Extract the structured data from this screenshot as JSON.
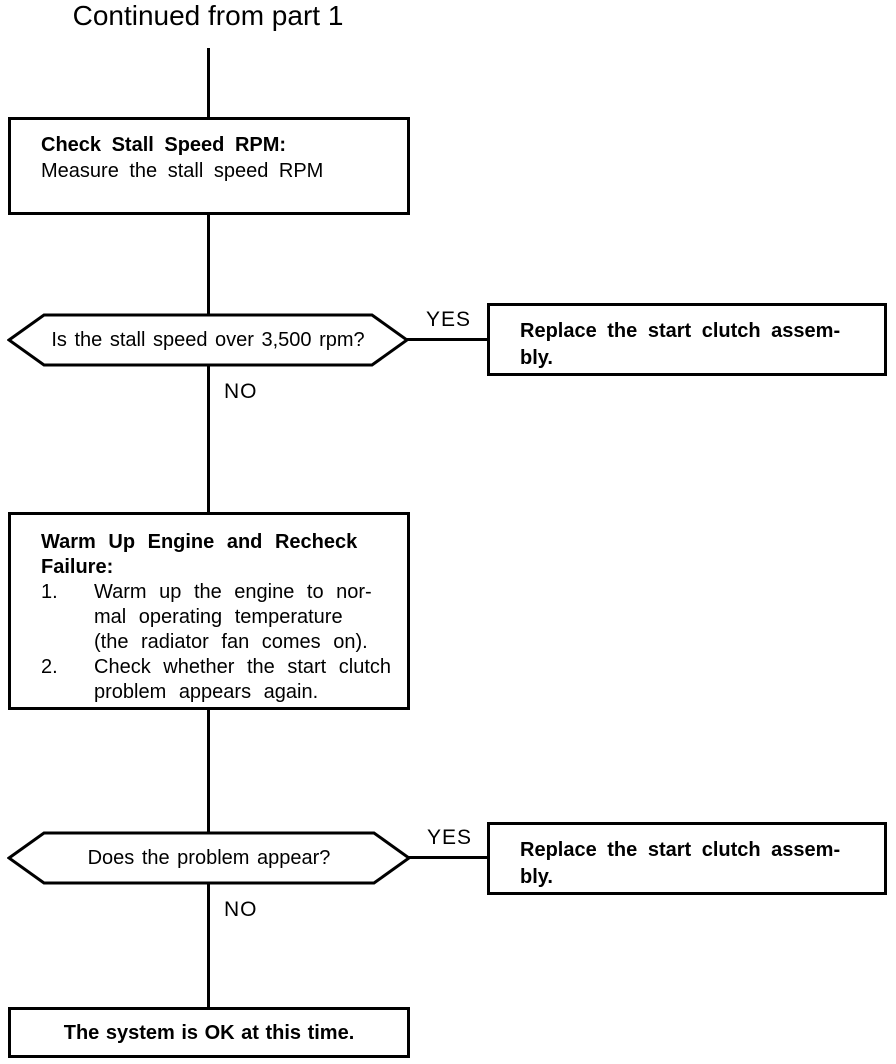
{
  "colors": {
    "ink": "#000000",
    "paper": "#ffffff"
  },
  "title": "Continued from part 1",
  "box1": {
    "heading": "Check Stall Speed RPM:",
    "body": "Measure the stall speed RPM"
  },
  "decision1": {
    "question": "Is the stall speed over 3,500 rpm?",
    "yes_label": "YES",
    "no_label": "NO"
  },
  "action1": {
    "lines": [
      "Replace the start clutch assem-",
      "bly."
    ]
  },
  "box2": {
    "heading_lines": [
      "Warm Up Engine and Recheck",
      "Failure:"
    ],
    "items": [
      {
        "num": "1.",
        "lines": [
          "Warm up the engine to nor-",
          "mal operating temperature",
          "(the radiator fan comes on)."
        ]
      },
      {
        "num": "2.",
        "lines": [
          "Check whether the start clutch",
          "problem appears again."
        ]
      }
    ]
  },
  "decision2": {
    "question": "Does the problem appear?",
    "yes_label": "YES",
    "no_label": "NO"
  },
  "action2": {
    "lines": [
      "Replace the start clutch assem-",
      "bly."
    ]
  },
  "end_box": {
    "text": "The system is OK at this time."
  }
}
